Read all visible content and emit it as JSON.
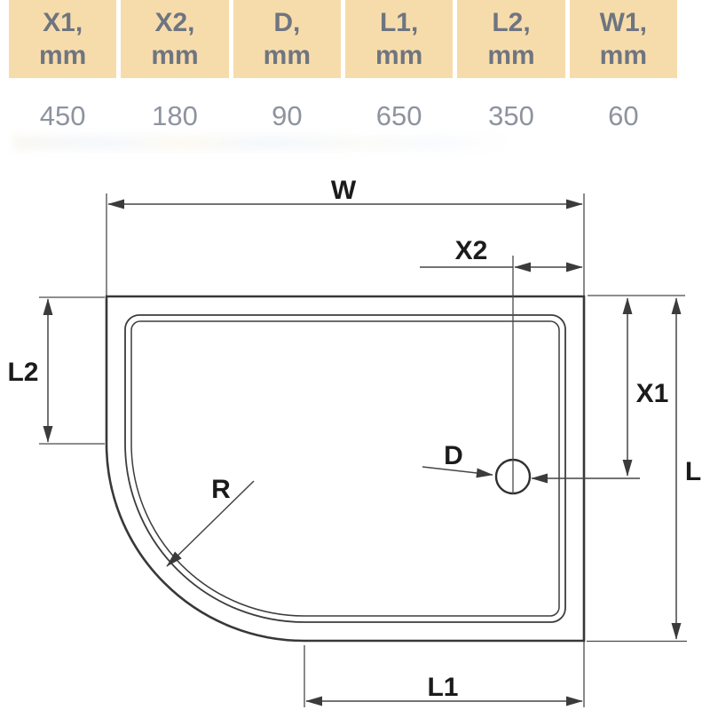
{
  "table": {
    "headers": [
      {
        "name": "X1,",
        "unit": "mm"
      },
      {
        "name": "X2,",
        "unit": "mm"
      },
      {
        "name": "D,",
        "unit": "mm"
      },
      {
        "name": "L1,",
        "unit": "mm"
      },
      {
        "name": "L2,",
        "unit": "mm"
      },
      {
        "name": "W1,",
        "unit": "mm"
      }
    ],
    "values": [
      "450",
      "180",
      "90",
      "650",
      "350",
      "60"
    ]
  },
  "diagram": {
    "labels": {
      "w": "W",
      "x2": "X2",
      "l2": "L2",
      "x1": "X1",
      "l": "L",
      "l1": "L1",
      "d": "D",
      "r": "R"
    }
  },
  "colors": {
    "header_bg": "#f7dcab",
    "header_text": "#6e7580",
    "value_text": "#8d939f",
    "line": "#3b3b3b",
    "label_text": "#1b1b1b"
  }
}
